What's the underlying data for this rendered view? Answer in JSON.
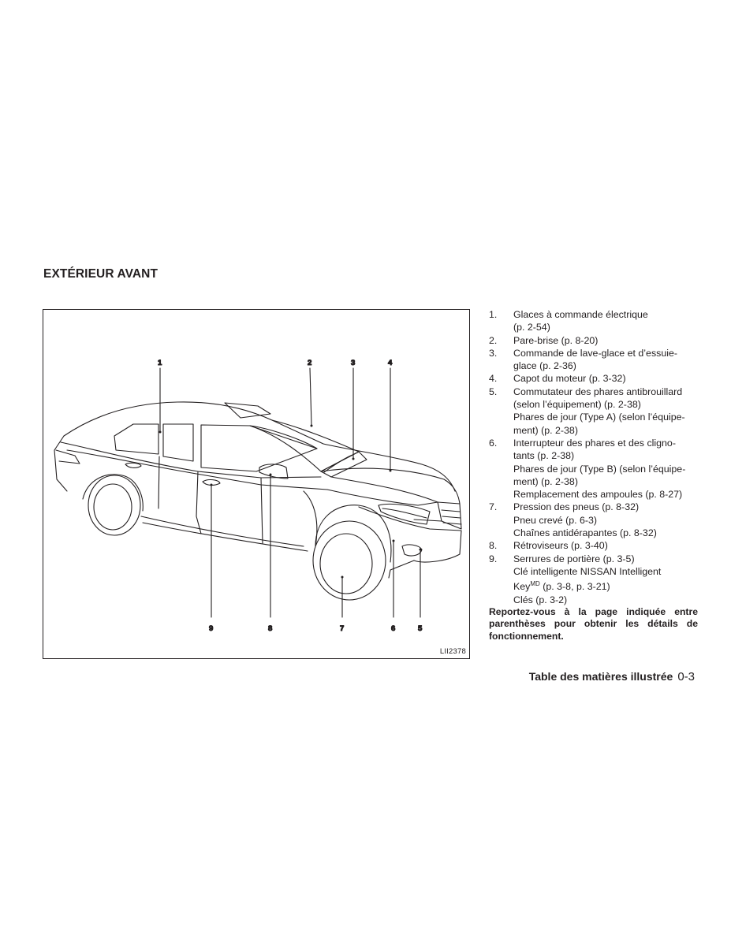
{
  "section_title": "EXTÉRIEUR AVANT",
  "figure": {
    "code": "LII2378",
    "callouts": [
      "1",
      "2",
      "3",
      "4",
      "9",
      "8",
      "7",
      "6",
      "5"
    ]
  },
  "items": [
    {
      "num": "1.",
      "lines": [
        "Glaces à commande électrique",
        "(p. 2-54)"
      ]
    },
    {
      "num": "2.",
      "lines": [
        "Pare-brise (p. 8-20)"
      ]
    },
    {
      "num": "3.",
      "lines": [
        "Commande de lave-glace et d’essuie-",
        "glace (p. 2-36)"
      ]
    },
    {
      "num": "4.",
      "lines": [
        "Capot du moteur (p. 3-32)"
      ]
    },
    {
      "num": "5.",
      "lines": [
        "Commutateur des phares antibrouillard",
        "(selon l’équipement) (p. 2-38)",
        "Phares de jour (Type A) (selon l’équipe-",
        "ment) (p. 2-38)"
      ]
    },
    {
      "num": "6.",
      "lines": [
        "Interrupteur des phares et des cligno-",
        "tants (p. 2-38)",
        "Phares de jour (Type B) (selon l’équipe-",
        "ment) (p. 2-38)",
        "Remplacement des ampoules (p. 8-27)"
      ]
    },
    {
      "num": "7.",
      "lines": [
        "Pression des pneus (p. 8-32)",
        "Pneu crevé (p. 6-3)",
        "Chaînes antidérapantes (p. 8-32)"
      ]
    },
    {
      "num": "8.",
      "lines": [
        "Rétroviseurs (p. 3-40)"
      ]
    },
    {
      "num": "9.",
      "lines": [
        "Serrures de portière (p. 3-5)",
        "Clé intelligente NISSAN Intelligent"
      ]
    }
  ],
  "item9_key": {
    "word": "Key",
    "sup": "MD",
    "rest": " (p. 3-8, p. 3-21)"
  },
  "item9_tail": "Clés (p. 3-2)",
  "note": "Reportez-vous à la page indiquée entre parenthèses pour obtenir les détails de fonctionnement.",
  "footer": {
    "section": "Table des matières illustrée",
    "page": "0-3"
  }
}
